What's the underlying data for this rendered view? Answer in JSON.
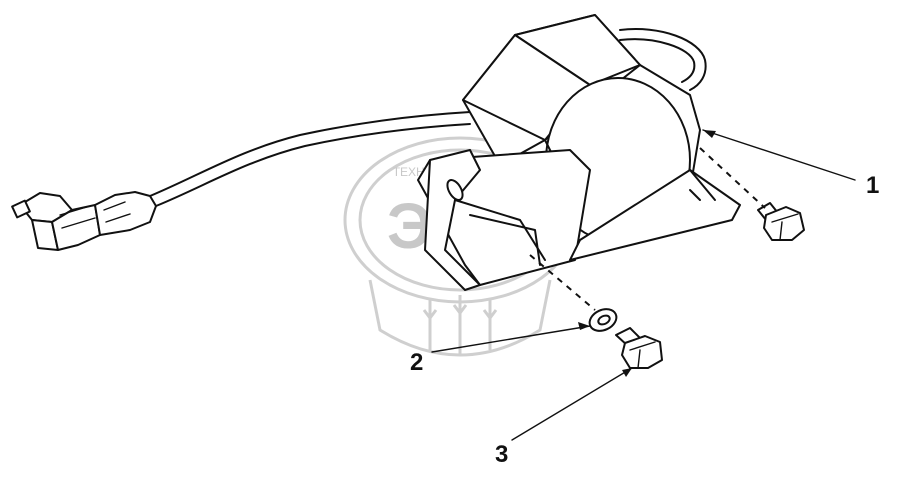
{
  "callouts": [
    {
      "id": "1",
      "label": "1"
    },
    {
      "id": "2",
      "label": "2"
    },
    {
      "id": "3",
      "label": "3"
    }
  ],
  "watermark": {
    "logo_text": "ЭПФ",
    "ring_text": "ТЕХНИКА И ЗАПЧАСТИ"
  },
  "colors": {
    "line": "#111111",
    "background": "#ffffff",
    "watermark": "#c8c8c8"
  }
}
